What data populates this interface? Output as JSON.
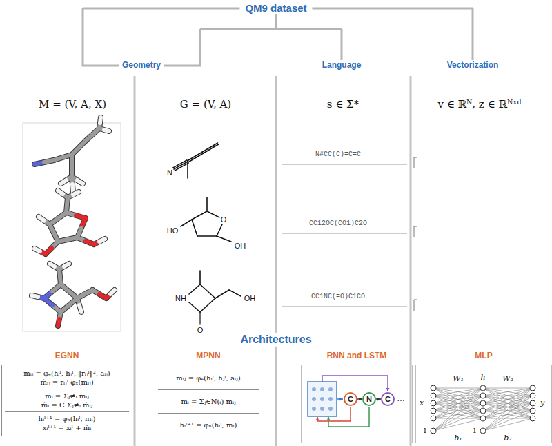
{
  "diagram": {
    "title": "QM9 dataset",
    "nodes": [
      {
        "text": [
          "EGNN",
          "mᵢⱼ = φₑ(hᵢˡ, hⱼˡ, ‖rᵢⱼˡ‖², aᵢⱼ)",
          "m̂ᵢⱼ = rᵢⱼˡ φₓ(mᵢⱼ)",
          "mᵢ = Σⱼ≠ᵢ mᵢⱼ",
          "m̂ᵢ = C Σⱼ≠ᵢ m̂ᵢⱼ",
          "hᵢˡ⁺¹ = φₕ(hᵢˡ, mᵢ)",
          "xᵢˡ⁺¹ = xᵢˡ + m̂ᵢ"
        ]
      },
      {
        "text": [
          "MPNN",
          "mᵢⱼ = φₑ(hᵢˡ, hⱼˡ, aᵢⱼ)",
          "mᵢ = Σⱼ∈N(ᵢ) mᵢⱼ",
          "hᵢˡ⁺¹ = φₕ(hᵢˡ, mᵢ)"
        ]
      },
      {
        "text": [
          "RNN and LSTM"
        ]
      },
      {
        "text": [
          "C"
        ],
        "in": 2
      },
      {
        "text": [
          "N"
        ],
        "in": 2
      },
      {
        "text": [
          "C"
        ],
        "in": 2
      },
      {
        "text": [
          "MLP"
        ]
      }
    ],
    "edges": [
      {
        "from": 3,
        "to": 4,
        "arrow": "to"
      },
      {
        "from": 4,
        "to": 5,
        "arrow": "to"
      }
    ],
    "labels": [
      "Geometry",
      "Language",
      "Vectorization",
      "M = (V, A, X)",
      "G = (V, A)",
      "s ∈ Σ*",
      "v ∈ ℝᴺ, z ∈ ℝᴺˣᵈ",
      "N#CC(C)=C=C",
      "CC12OC(CO1)C2O",
      "CC1NC(=O)C1CO",
      "Architectures",
      "N",
      "HO",
      "O",
      "OH",
      "NH",
      "O",
      "OH",
      "…",
      "x",
      "y",
      "h",
      "W₁",
      "W₂",
      "b₁",
      "b₂",
      "1",
      "1"
    ]
  }
}
